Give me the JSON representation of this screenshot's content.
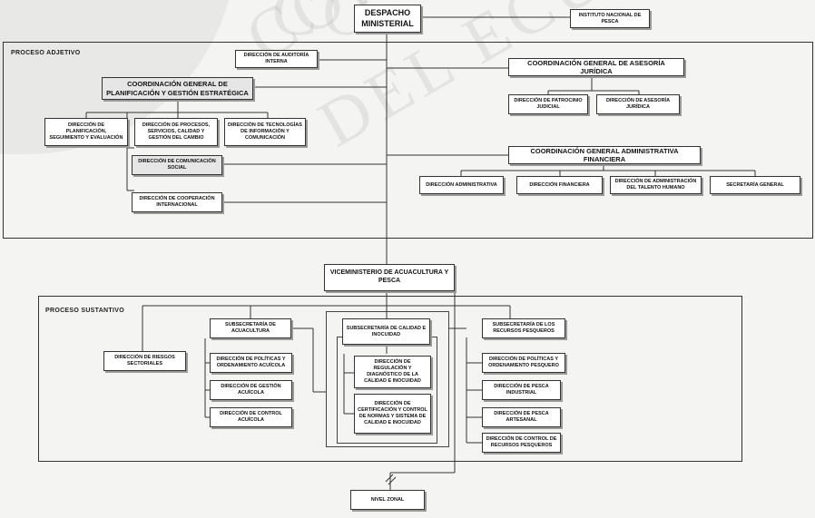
{
  "watermark": {
    "line1": "CO",
    "line2": "CONS",
    "line3": "DEL ECU"
  },
  "sections": {
    "adjetivo": "PROCESO ADJETIVO",
    "sustantivo": "PROCESO SUSTANTIVO"
  },
  "org": {
    "despacho": "DESPACHO MINISTERIAL",
    "instituto": "INSTITUTO NACIONAL DE PESCA",
    "auditoria": "DIRECCIÓN DE AUDITORÍA INTERNA",
    "planificacion_coord": "COORDINACIÓN GENERAL DE PLANIFICACIÓN Y GESTIÓN ESTRATÉGICA",
    "dir_planificacion": "DIRECCIÓN DE PLANIFICACIÓN, SEGUIMIENTO Y EVALUACIÓN",
    "dir_procesos": "DIRECCIÓN DE PROCESOS, SERVICIOS, CALIDAD Y GESTIÓN DEL CAMBIO",
    "dir_tecnologias": "DIRECCIÓN DE TECNOLOGÍAS DE INFORMACIÓN Y COMUNICACIÓN",
    "dir_comunicacion": "DIRECCIÓN DE COMUNICACIÓN SOCIAL",
    "dir_cooperacion": "DIRECCIÓN DE COOPERACIÓN INTERNACIONAL",
    "asesoria_coord": "COORDINACIÓN GENERAL DE ASESORÍA JURÍDICA",
    "dir_patrocinio": "DIRECCIÓN DE PATROCINIO JUDICIAL",
    "dir_asesoria": "DIRECCIÓN DE ASESORÍA JURÍDICA",
    "admin_coord": "COORDINACIÓN GENERAL ADMINISTRATIVA FINANCIERA",
    "dir_administrativa": "DIRECCIÓN ADMINISTRATIVA",
    "dir_financiera": "DIRECCIÓN FINANCIERA",
    "dir_talento": "DIRECCIÓN DE ADMINISTRACIÓN DEL TALENTO HUMANO",
    "secretaria": "SECRETARÍA GENERAL",
    "viceministerio": "VICEMINISTERIO DE ACUACULTURA Y PESCA",
    "dir_riesgos": "DIRECCIÓN DE RIESGOS SECTORIALES",
    "sub_acuacultura": "SUBSECRETARÍA DE ACUACULTURA",
    "dir_politicas_acu": "DIRECCIÓN DE POLÍTICAS Y ORDENAMIENTO ACUÍCOLA",
    "dir_gestion_acu": "DIRECCIÓN DE GESTIÓN ACUÍCOLA",
    "dir_control_acu": "DIRECCIÓN DE CONTROL ACUÍCOLA",
    "sub_calidad": "SUBSECRETARÍA DE CALIDAD E INOCUIDAD",
    "dir_regulacion": "DIRECCIÓN DE REGULACIÓN Y DIAGNÓSTICO DE LA CALIDAD E INOCUIDAD",
    "dir_certificacion": "DIRECCIÓN DE CERTIFICACIÓN Y CONTROL DE NORMAS Y SISTEMA DE CALIDAD E INOCUIDAD",
    "sub_recursos": "SUBSECRETARÍA DE LOS RECURSOS PESQUEROS",
    "dir_politicas_pes": "DIRECCIÓN DE POLÍTICAS Y ORDENAMIENTO PESQUERO",
    "dir_pesca_ind": "DIRECCIÓN DE PESCA INDUSTRIAL",
    "dir_pesca_art": "DIRECCIÓN DE PESCA ARTESANAL",
    "dir_control_rec": "DIRECCIÓN DE CONTROL DE RECURSOS PESQUEROS",
    "nivel_zonal": "NIVEL ZONAL"
  }
}
